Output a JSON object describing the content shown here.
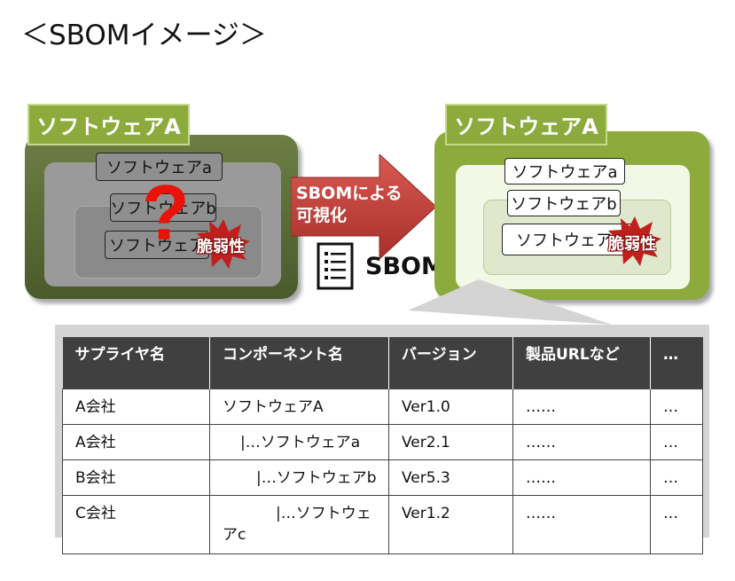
{
  "title": "＜SBOMイメージ＞",
  "left_software": {
    "title": "ソフトウェアA",
    "components": [
      "ソフトウェアa",
      "ソフトウェアb",
      "ソフトウェア"
    ],
    "unknown_mark": "?",
    "vulnerability": "脆弱性"
  },
  "arrow": {
    "line1": "SBOMによる",
    "line2": "可視化"
  },
  "sbom_label": "SBOM",
  "right_software": {
    "title": "ソフトウェアA",
    "components": [
      "ソフトウェアa",
      "ソフトウェアb",
      "ソフトウェアc"
    ],
    "vulnerability": "脆弱性"
  },
  "table": {
    "headers": [
      "サプライヤ名",
      "コンポーネント名",
      "バージョン",
      "製品URLなど",
      "…"
    ],
    "rows": [
      [
        "A会社",
        "ソフトウェアA",
        "Ver1.0",
        "……",
        "…"
      ],
      [
        "A会社",
        "|…ソフトウェアa",
        "Ver2.1",
        "……",
        "…"
      ],
      [
        "B会社",
        "|…ソフトウェアb",
        "Ver5.3",
        "……",
        "…"
      ],
      [
        "C会社",
        "|…ソフトウェアc",
        "Ver1.2",
        "……",
        "…"
      ]
    ]
  },
  "colors": {
    "accent_green": "#8cab3c",
    "dark_green": "#4a5a2a",
    "arrow_red": "#c0403a",
    "vulnerability_red": "#c0201c",
    "question_red": "#e8140c",
    "table_header": "#404040"
  }
}
